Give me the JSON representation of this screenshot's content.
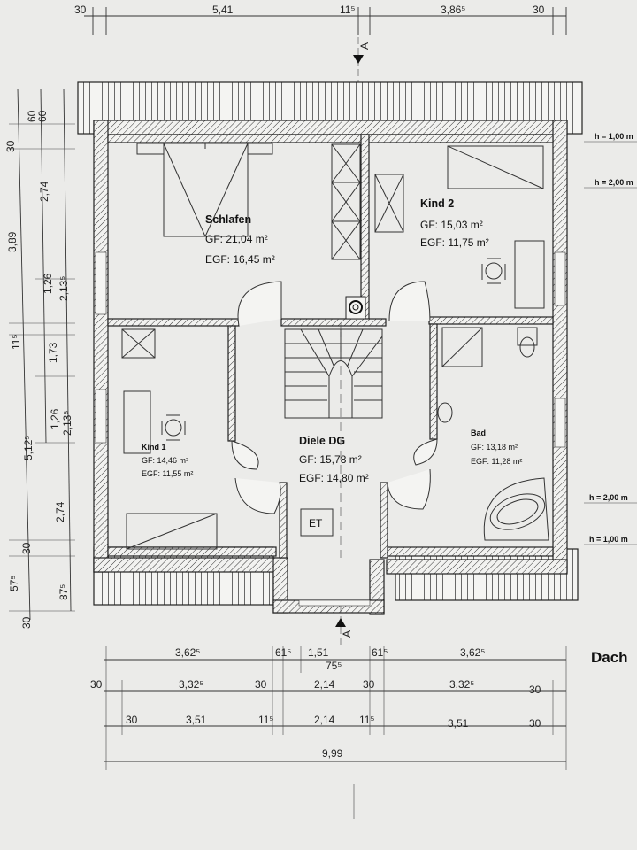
{
  "top_dimensions": [
    "30",
    "5,41",
    "11⁵",
    "3,86⁵",
    "30"
  ],
  "left_dimensions": {
    "outer": [
      "30",
      "3,89",
      "11⁵",
      "5,12⁵",
      "30"
    ],
    "middle": [
      "60",
      "1,26",
      "1,73",
      "1,26"
    ],
    "inner": [
      "60",
      "2,74",
      "2,13⁵",
      "2,13⁵",
      "2,74",
      "30",
      "57⁵",
      "87⁵",
      "30"
    ]
  },
  "section_marker": "A",
  "rooms": {
    "schlafen": {
      "name": "Schlafen",
      "gf": "GF:  21,04 m²",
      "egf": "EGF: 16,45 m²"
    },
    "kind2": {
      "name": "Kind 2",
      "gf": "GF:  15,03 m²",
      "egf": "EGF: 11,75 m²"
    },
    "kind1": {
      "name": "Kind 1",
      "gf": "GF:   14,46 m²",
      "egf": "EGF: 11,55 m²"
    },
    "diele": {
      "name": "Diele DG",
      "gf": "GF:  15,78 m²",
      "egf": "EGF: 14,80 m²"
    },
    "bad": {
      "name": "Bad",
      "gf": "GF:   13,18 m²",
      "egf": "EGF: 11,28 m²"
    }
  },
  "et_label": "ET",
  "height_labels": [
    "h = 1,00 m",
    "h = 2,00 m",
    "h = 2,00 m",
    "h = 1,00 m"
  ],
  "bottom_dimensions": {
    "row1": [
      "3,62⁵",
      "61⁵",
      "1,51",
      "75⁵",
      "61⁵",
      "3,62⁵"
    ],
    "row2": [
      "30",
      "3,32⁵",
      "30",
      "2,14",
      "30",
      "3,32⁵",
      "30"
    ],
    "row3": [
      "30",
      "3,51",
      "11⁵",
      "2,14",
      "11⁵",
      "3,51",
      "30"
    ],
    "row4": [
      "9,99"
    ]
  },
  "title": "Dach"
}
